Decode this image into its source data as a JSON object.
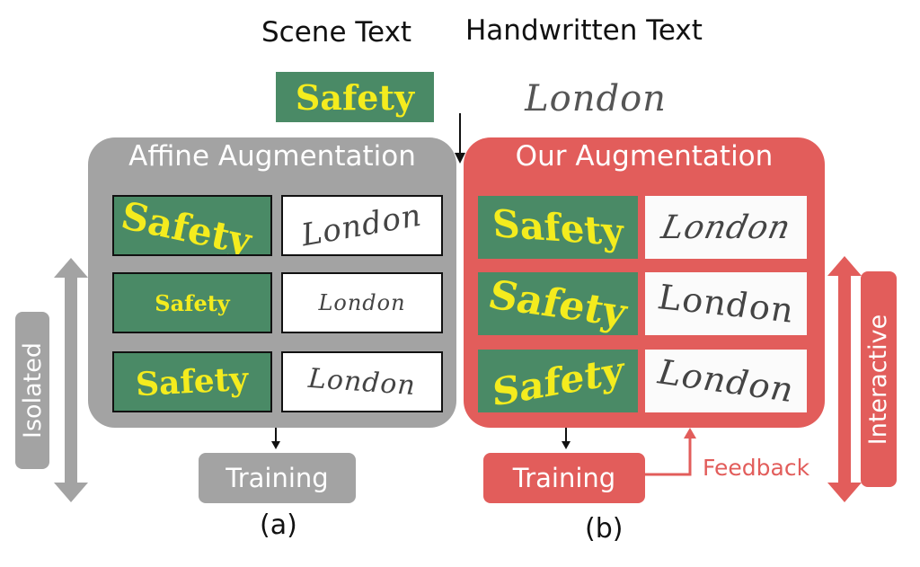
{
  "headers": {
    "scene": "Scene Text",
    "handwritten": "Handwritten Text"
  },
  "sample_scene_word": "Safety",
  "sample_hand_word": "London",
  "panels": {
    "affine": {
      "title": "Affine Augmentation"
    },
    "ours": {
      "title": "Our Augmentation"
    }
  },
  "buttons": {
    "training_a": "Training",
    "training_b": "Training"
  },
  "captions": {
    "a": "(a)",
    "b": "(b)"
  },
  "side_labels": {
    "isolated": "Isolated",
    "interactive": "Interactive"
  },
  "feedback_label": "Feedback",
  "colors": {
    "gray": "#a3a3a3",
    "red": "#e25d5b",
    "scene_bg": "#4a8a66",
    "scene_text": "#f4ec1e"
  }
}
